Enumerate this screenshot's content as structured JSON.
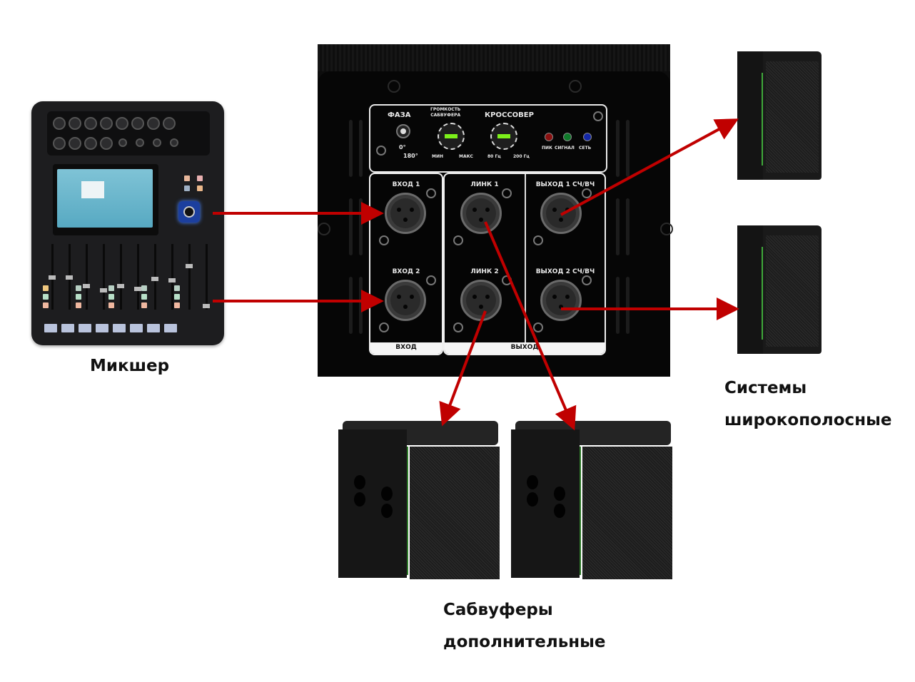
{
  "labels": {
    "mixer": "Микшер",
    "fullrange_line1": "Системы",
    "fullrange_line2": "широкополосные",
    "subs_line1": "Сабвуферы",
    "subs_line2": "дополнительные"
  },
  "panel": {
    "phase": {
      "title": "ФАЗА",
      "opt1": "0°",
      "opt2": "180°"
    },
    "sub_volume": {
      "title_line1": "ГРОМКОСТЬ",
      "title_line2": "САБВУФЕРА",
      "min": "МИН",
      "max": "МАКС"
    },
    "crossover": {
      "title": "КРОССОВЕР",
      "min": "80 Гц",
      "max": "200 Гц"
    },
    "leds": [
      {
        "label": "ПИК",
        "color": "#8a1010"
      },
      {
        "label": "СИГНАЛ",
        "color": "#0f7a2a"
      },
      {
        "label": "СЕТЬ",
        "color": "#1428a8"
      }
    ],
    "indicator_color": "#7cf01a",
    "connectors": {
      "in1": "ВХОД 1",
      "in2": "ВХОД 2",
      "link1": "ЛИНК 1",
      "link2": "ЛИНК 2",
      "out1": "ВЫХОД 1 СЧ/ВЧ",
      "out2": "ВЫХОД 2 СЧ/ВЧ"
    },
    "group_input": "ВХОД",
    "group_output": "ВЫХОД"
  },
  "arrow_color": "#c00000"
}
